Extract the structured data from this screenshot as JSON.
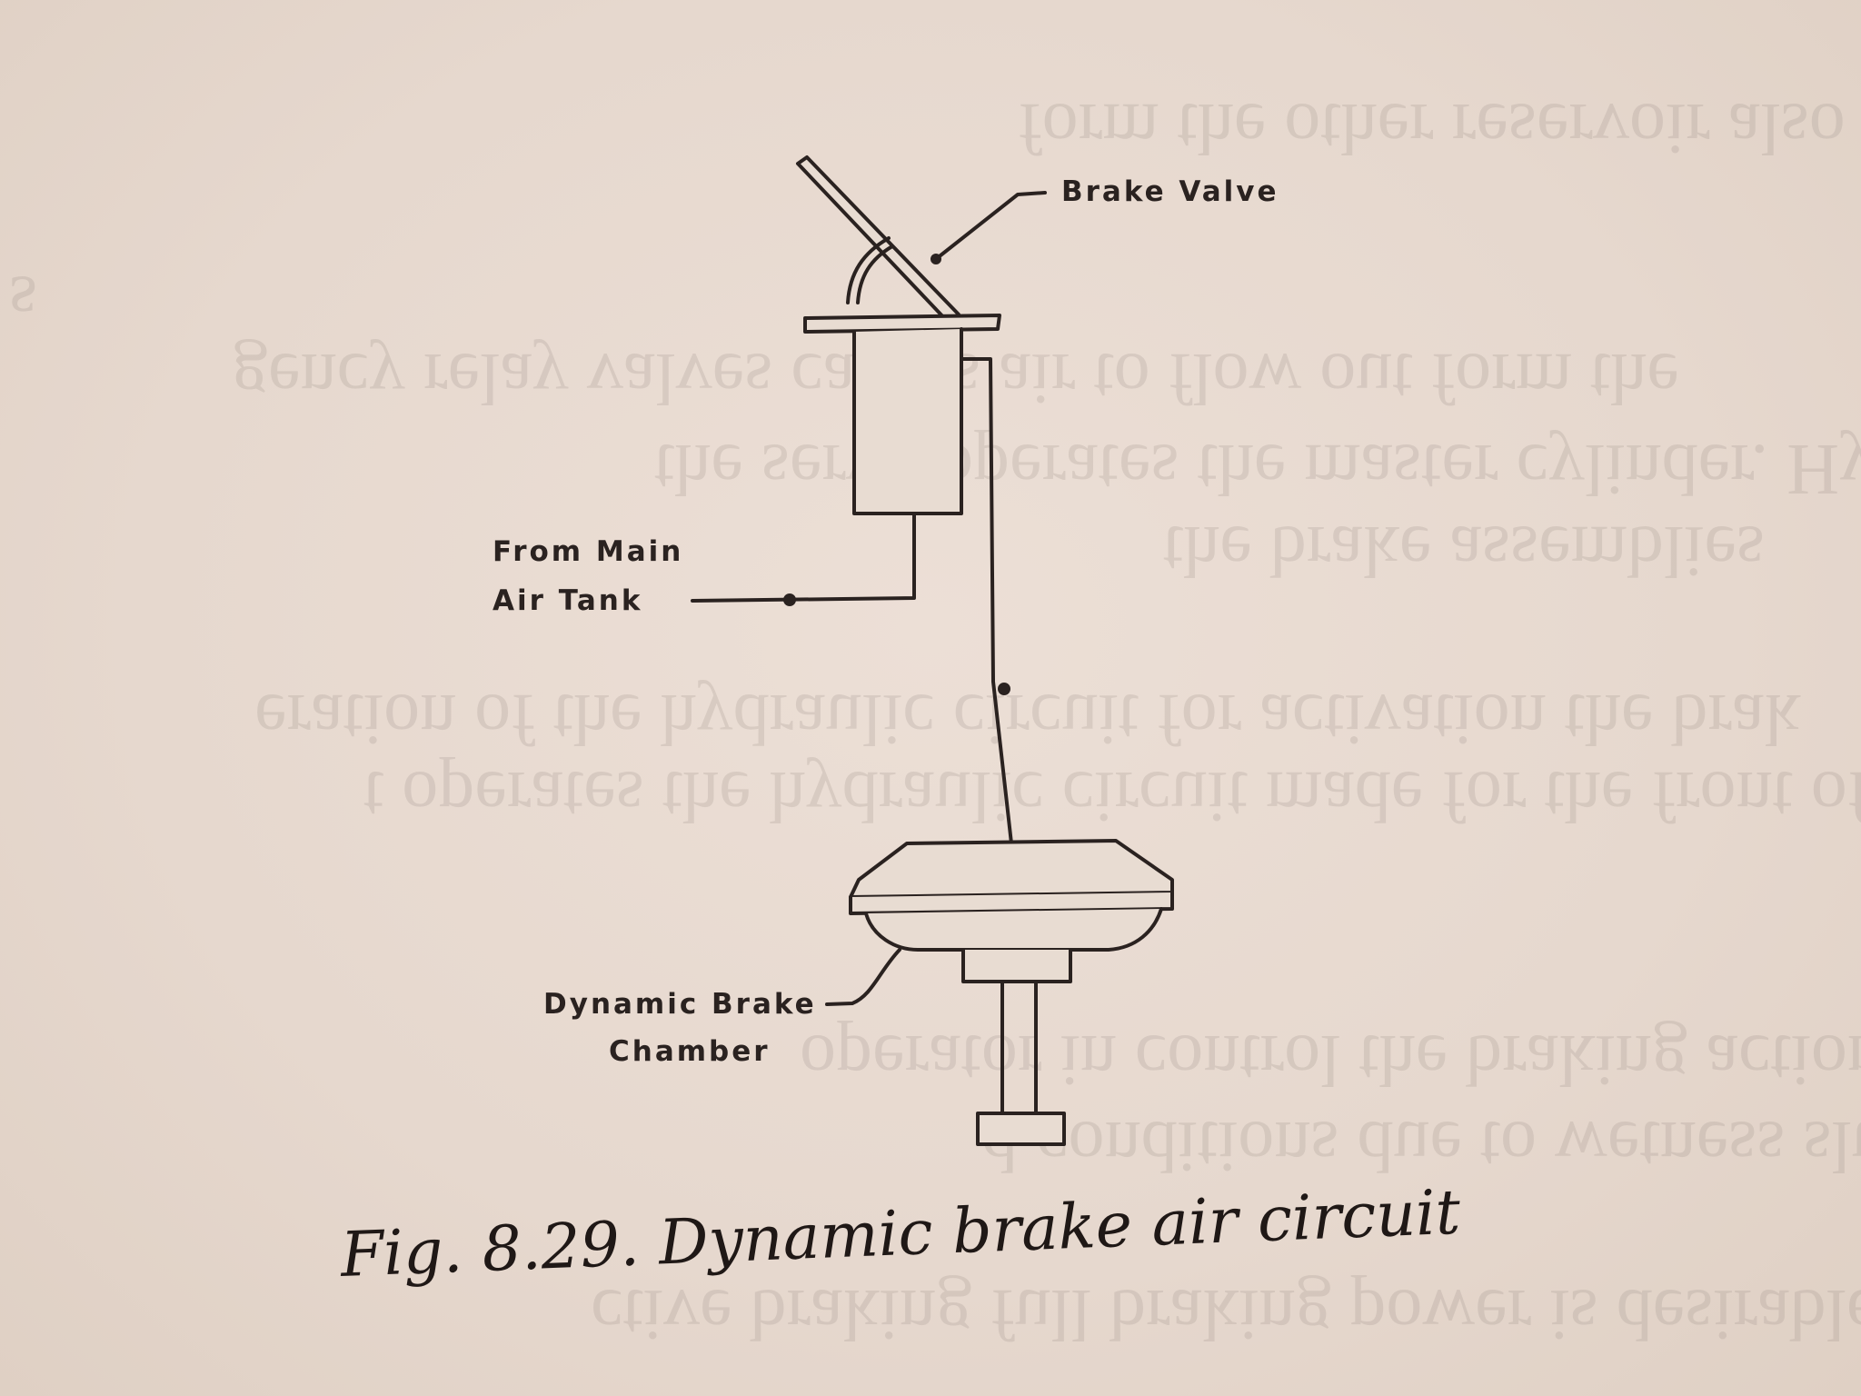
{
  "figure": {
    "caption": "Fig. 8.29. Dynamic brake air circuit",
    "labels": {
      "brake_valve": "Brake Valve",
      "from_main_1": "From Main",
      "from_main_2": "Air Tank",
      "chamber_1": "Dynamic Brake",
      "chamber_2": "Chamber"
    }
  },
  "show_through_text": [
    "form the other reservoir also flows through another",
    "s",
    "gency relay valves causes air to flow out form the",
    "the servo operates the master cylinder. Hydraulic p",
    "the brake assemblies",
    "eration of the hydraulic circuit for activation the brak",
    "t operates the hydraulic circuit made for the front of e",
    "operator in control the braking action of two differen",
    "d conditions due to wetness slush or ice",
    "ctive braking full braking power is desirable at the fr"
  ],
  "colors": {
    "ink": "#2a2220",
    "paper": "#e8dcd2"
  }
}
